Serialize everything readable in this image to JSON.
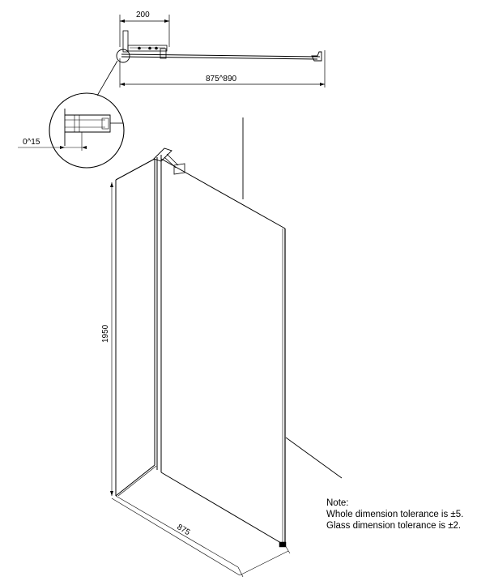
{
  "dimensions": {
    "bracket_width": "200",
    "top_width_range": "875^890",
    "detail_gap": "0^15",
    "panel_height": "1950",
    "panel_width": "875"
  },
  "note": {
    "title": "Note:",
    "line1": "Whole dimension tolerance is ±5.",
    "line2": "Glass dimension tolerance is ±2."
  }
}
